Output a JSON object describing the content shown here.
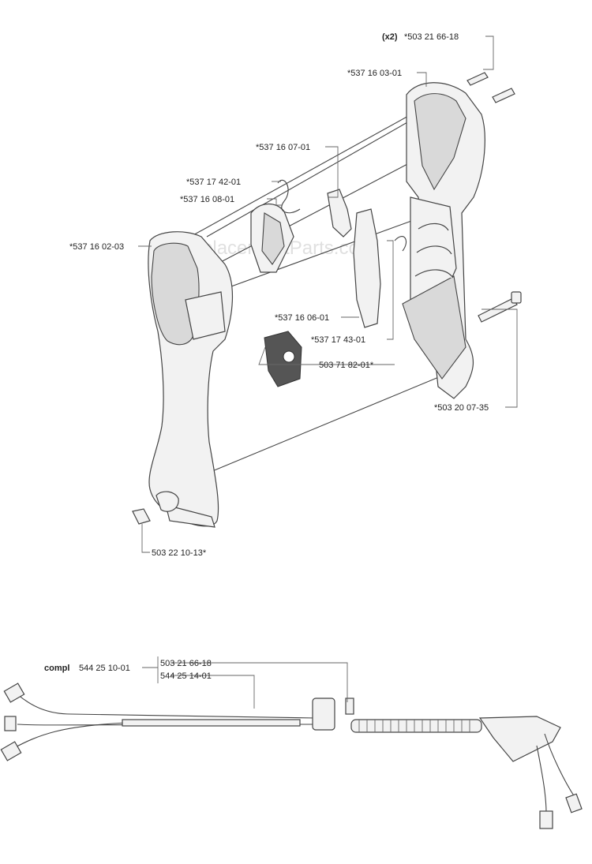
{
  "watermark": "eReplacementParts.com",
  "labels": {
    "qty_x2": "(x2)",
    "p_503216618_top": "*503 21 66-18",
    "p_537160301": "*537 16 03-01",
    "p_537160701": "*537 16 07-01",
    "p_537174201": "*537 17 42-01",
    "p_537160801": "*537 16 08-01",
    "p_537160203": "*537 16 02-03",
    "p_537160601": "*537 16 06-01",
    "p_537174301": "*537 17 43-01",
    "p_503718201": "503 71 82-01*",
    "p_503200735": "*503 20 07-35",
    "p_503221013": "503 22 10-13*",
    "compl": "compl",
    "p_544251001": "544 25 10-01",
    "p_503216618_bottom": "503 21 66-18",
    "p_544251401": "544 25 14-01"
  }
}
